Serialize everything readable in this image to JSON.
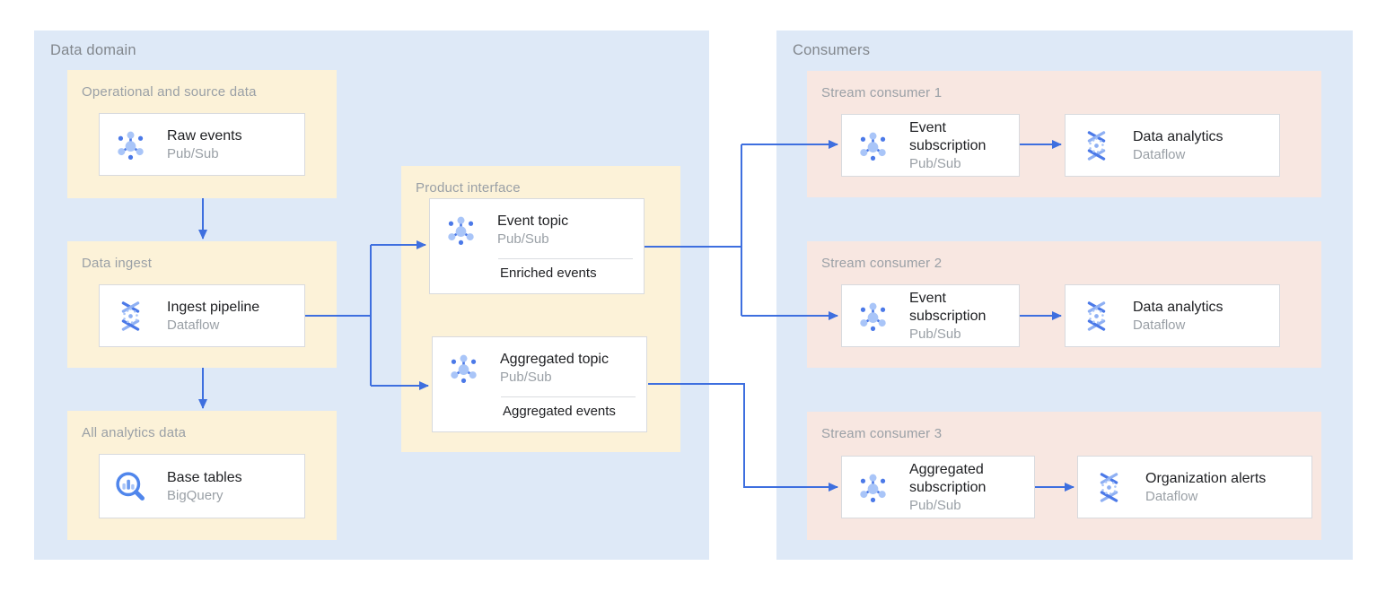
{
  "colors": {
    "container_bg": "#dee9f7",
    "producer_group_bg": "#fcf2d8",
    "consumer_group_bg": "#f8e7e1",
    "card_border": "#d8dade",
    "arrow": "#3e6fdf",
    "title_text": "#202124",
    "secondary_text": "#9aa0a6",
    "icon_blue_dark": "#4b79e8",
    "icon_blue_light": "#a9c5f8"
  },
  "containers": {
    "data_domain": {
      "label": "Data domain"
    },
    "consumers": {
      "label": "Consumers"
    }
  },
  "groups": {
    "operational": {
      "label": "Operational and source data"
    },
    "ingest": {
      "label": "Data ingest"
    },
    "analytics": {
      "label": "All analytics data"
    },
    "product": {
      "label": "Product interface"
    },
    "stream1": {
      "label": "Stream consumer 1"
    },
    "stream2": {
      "label": "Stream consumer 2"
    },
    "stream3": {
      "label": "Stream consumer 3"
    }
  },
  "nodes": {
    "raw_events": {
      "title": "Raw events",
      "product": "Pub/Sub",
      "icon": "pubsub-icon"
    },
    "ingest_pipeline": {
      "title": "Ingest pipeline",
      "product": "Dataflow",
      "icon": "dataflow-icon"
    },
    "base_tables": {
      "title": "Base tables",
      "product": "BigQuery",
      "icon": "bigquery-icon"
    },
    "event_topic": {
      "title": "Event topic",
      "product": "Pub/Sub",
      "icon": "pubsub-icon",
      "note": "Enriched events"
    },
    "aggregated_topic": {
      "title": "Aggregated topic",
      "product": "Pub/Sub",
      "icon": "pubsub-icon",
      "note": "Aggregated events"
    },
    "event_subscription_1": {
      "title": "Event subscription",
      "product": "Pub/Sub",
      "icon": "pubsub-icon"
    },
    "data_analytics_1": {
      "title": "Data analytics",
      "product": "Dataflow",
      "icon": "dataflow-icon"
    },
    "event_subscription_2": {
      "title": "Event subscription",
      "product": "Pub/Sub",
      "icon": "pubsub-icon"
    },
    "data_analytics_2": {
      "title": "Data analytics",
      "product": "Dataflow",
      "icon": "dataflow-icon"
    },
    "aggregated_subscription": {
      "title": "Aggregated subscription",
      "product": "Pub/Sub",
      "icon": "pubsub-icon"
    },
    "organization_alerts": {
      "title": "Organization alerts",
      "product": "Dataflow",
      "icon": "dataflow-icon"
    }
  }
}
